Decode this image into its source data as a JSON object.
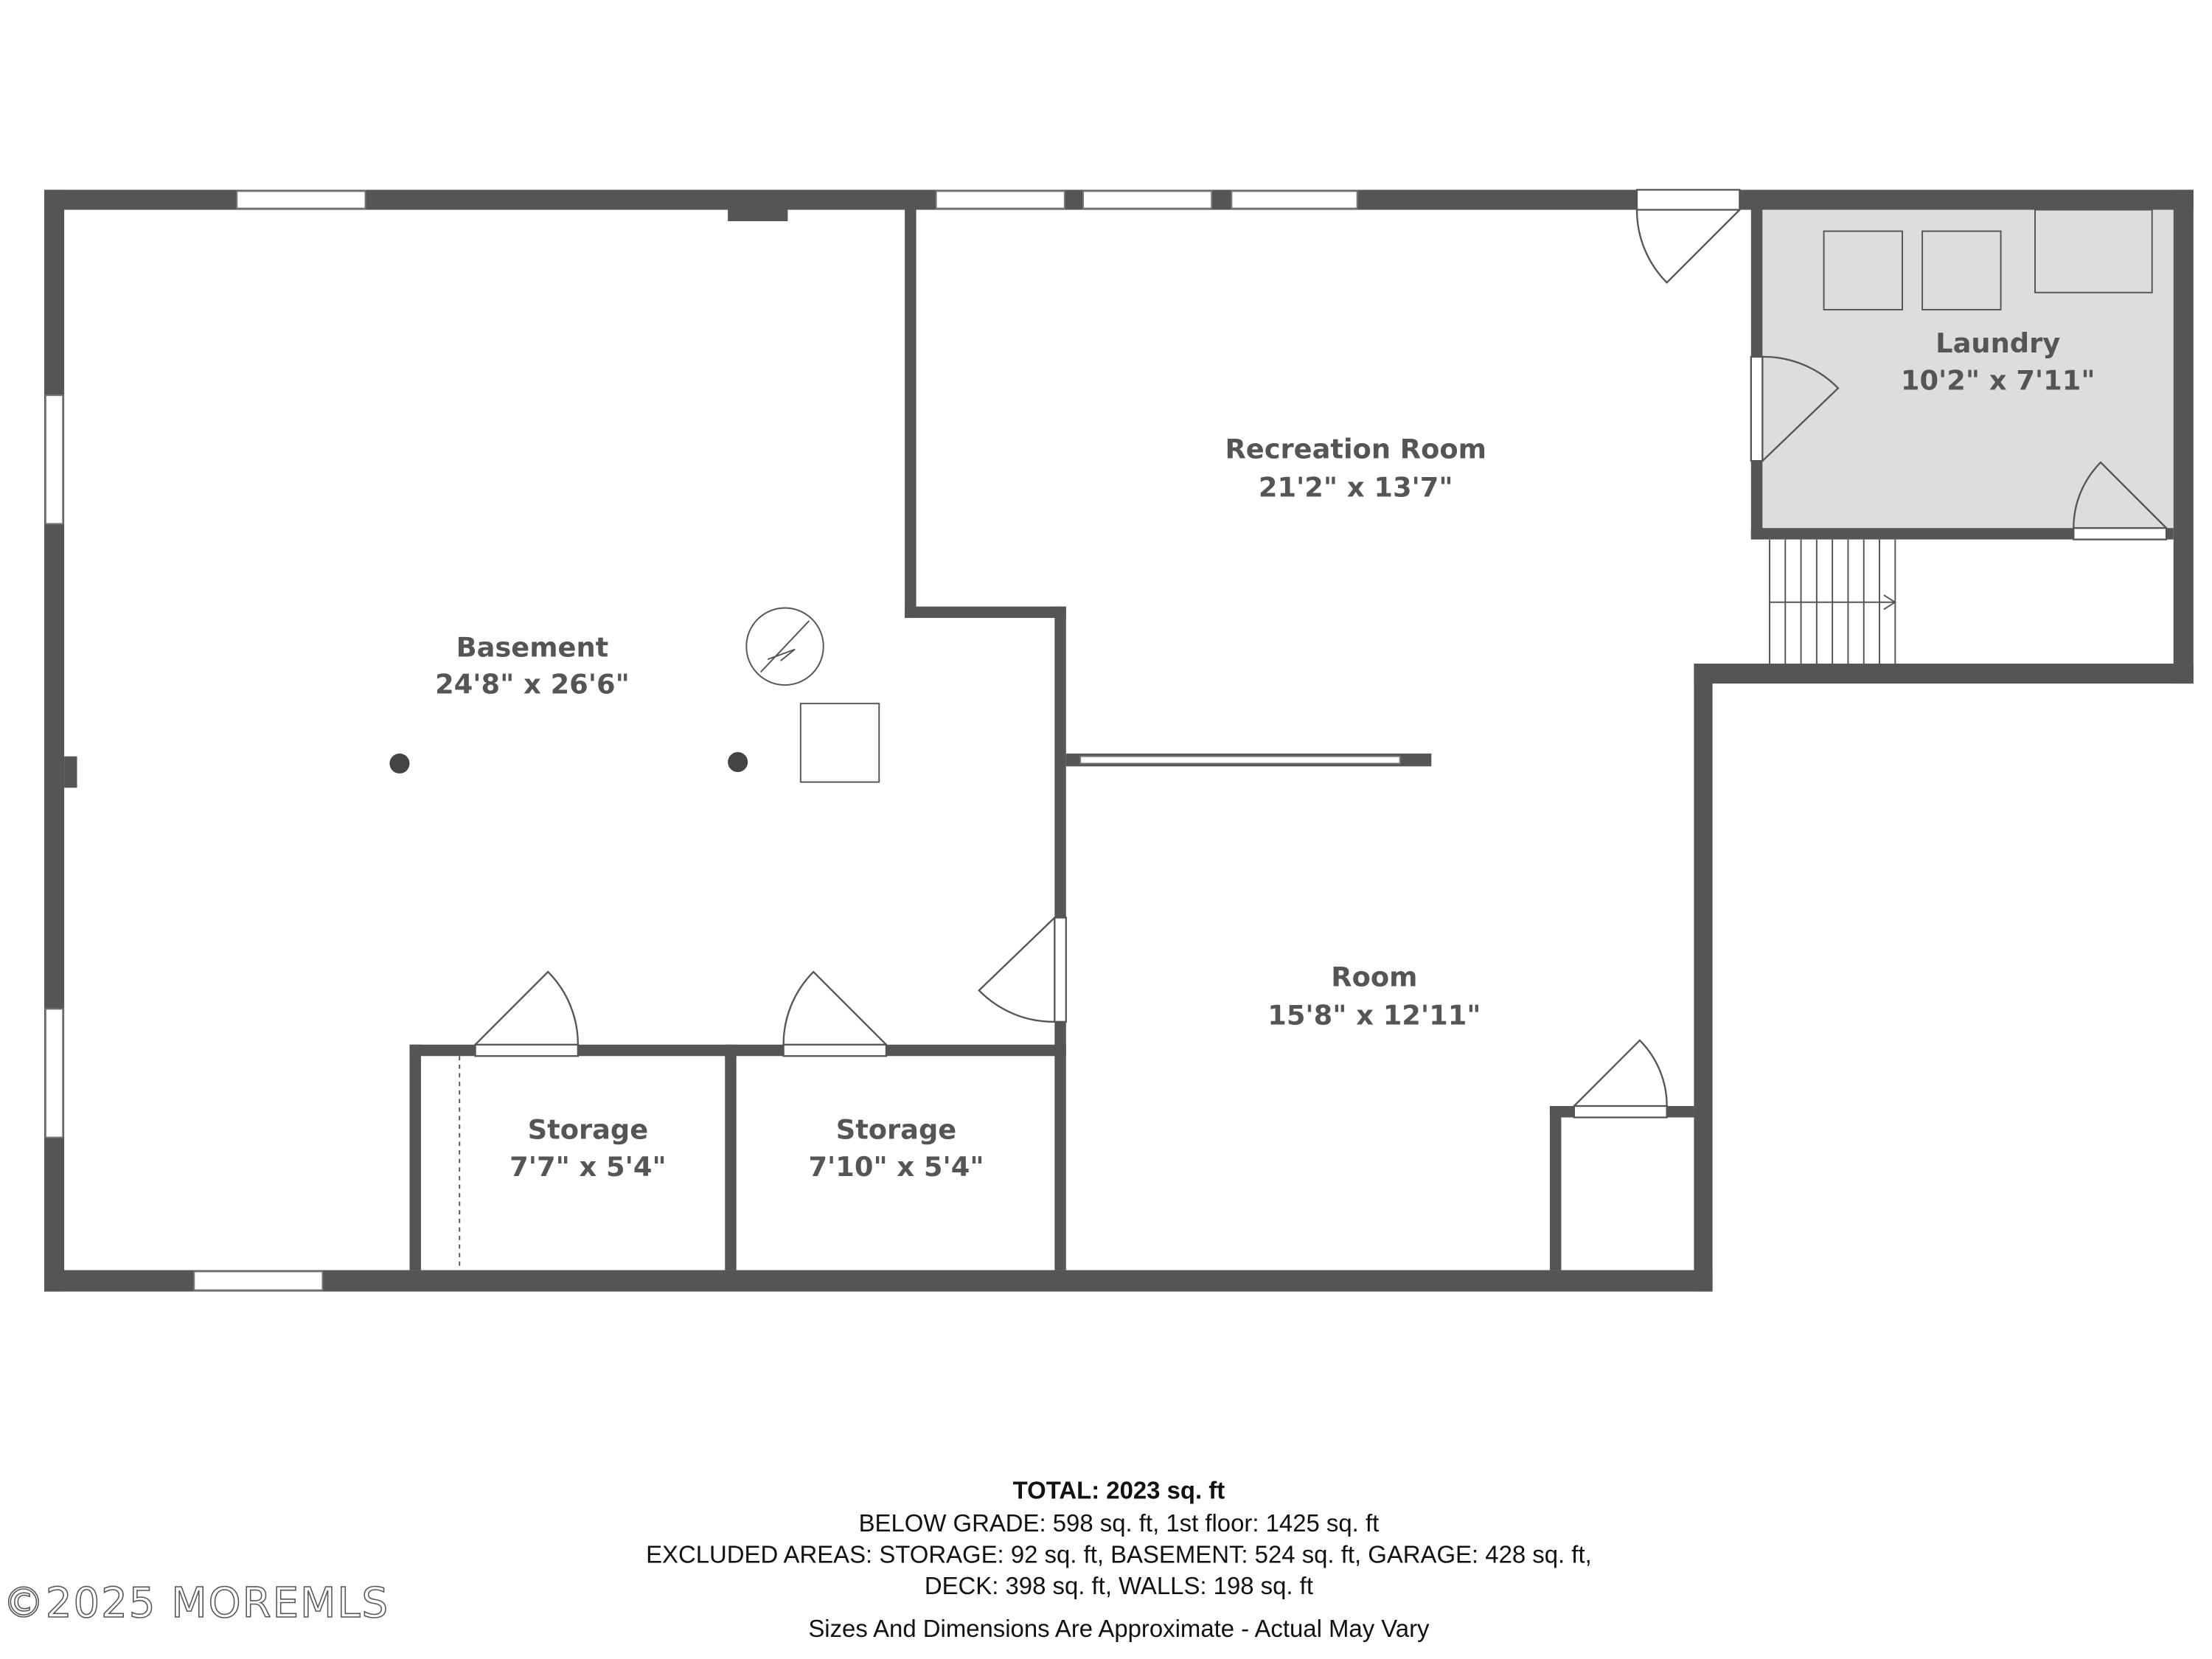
{
  "rooms": [
    {
      "name": "Basement",
      "size": "24'8\" x 26'6\""
    },
    {
      "name": "Recreation Room",
      "size": "21'2\" x 13'7\""
    },
    {
      "name": "Laundry",
      "size": "10'2\" x 7'11\""
    },
    {
      "name": "Room",
      "size": "15'8\" x 12'11\""
    },
    {
      "name": "Storage",
      "size": "7'7\" x 5'4\""
    },
    {
      "name": "Storage",
      "size": "7'10\" x 5'4\""
    }
  ],
  "summary": {
    "total": "TOTAL: 2023 sq. ft",
    "line1": "BELOW GRADE: 598 sq. ft, 1st floor: 1425 sq. ft",
    "line2": "EXCLUDED AREAS: STORAGE: 92 sq. ft, BASEMENT: 524 sq. ft, GARAGE: 428 sq. ft,",
    "line3": "DECK: 398 sq. ft, WALLS: 198 sq. ft",
    "disclaimer": "Sizes And Dimensions Are Approximate - Actual May Vary"
  },
  "watermark": "©2025 MOREMLS",
  "colors": {
    "wall": "#555555",
    "laundry_fill": "#dddddd",
    "label": "#555555"
  }
}
